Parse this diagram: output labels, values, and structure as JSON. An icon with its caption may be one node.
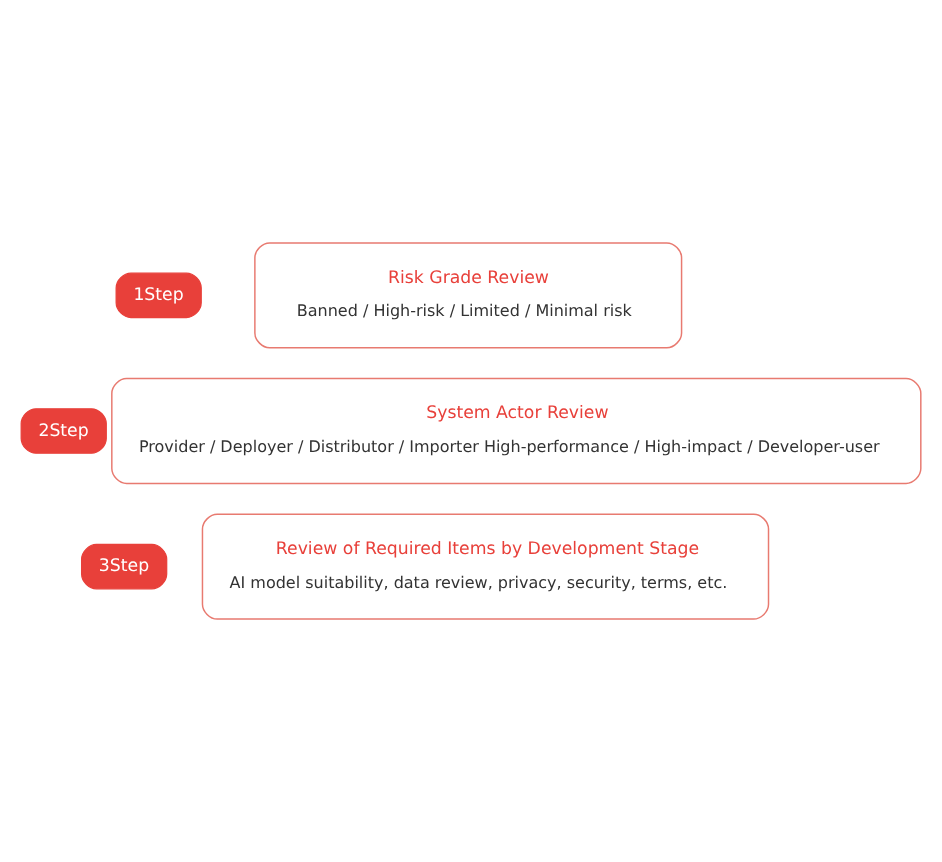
{
  "diagram": {
    "nodes": [
      {
        "text": [
          "1Step"
        ]
      },
      {
        "text": [
          "Risk Grade Review",
          "Banned / High-risk / Limited / Minimal risk"
        ]
      },
      {
        "text": [
          "2Step"
        ]
      },
      {
        "text": [
          "System Actor Review",
          "Provider / Deployer / Distributor / Importer High-performance / High-impact / Developer-user"
        ]
      },
      {
        "text": [
          "3Step"
        ]
      },
      {
        "text": [
          "Review of Required Items by Development Stage",
          "AI model suitability, data review, privacy, security, terms, etc."
        ]
      }
    ],
    "edges": []
  }
}
